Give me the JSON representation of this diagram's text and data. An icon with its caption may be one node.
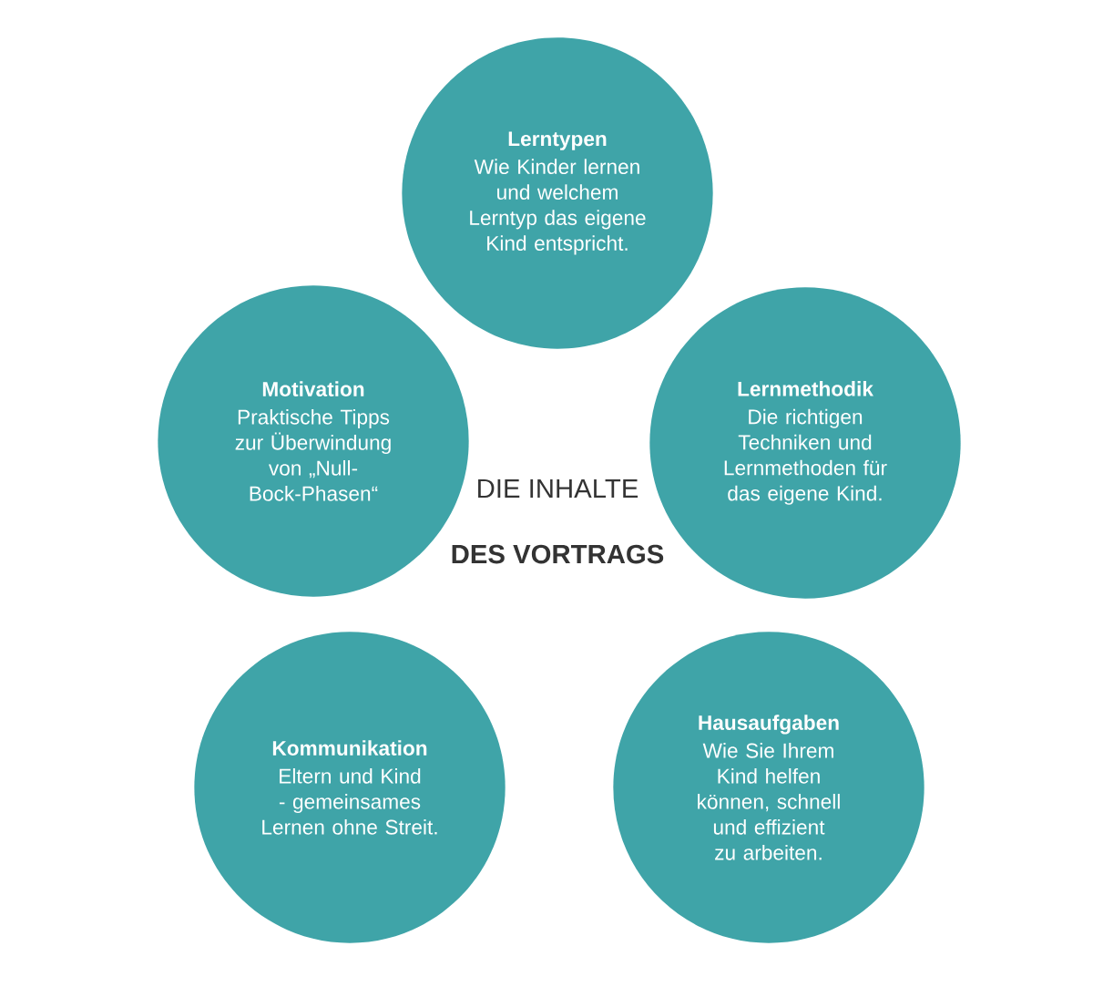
{
  "diagram": {
    "nodes": [
      {
        "text": [
          "Lerntypen",
          "Wie Kinder lernen und welchem Lerntyp das eigene Kind entspricht."
        ]
      },
      {
        "text": [
          "Motivation",
          "Praktische Tipps zur Überwindung von „Null-Bock-Phasen“"
        ]
      },
      {
        "text": [
          "Lernmethodik",
          "Die richtigen Techniken und Lernmethoden für das eigene Kind."
        ]
      },
      {
        "text": [
          "Kommunikation",
          "Eltern und Kind - gemeinsames Lernen ohne Streit."
        ]
      },
      {
        "text": [
          "Hausaufgaben",
          "Wie Sie Ihrem Kind helfen können, schnell und effizient zu arbeiten."
        ]
      }
    ],
    "labels": [
      "DIE INHALTE",
      "DES VORTRAGS"
    ]
  }
}
